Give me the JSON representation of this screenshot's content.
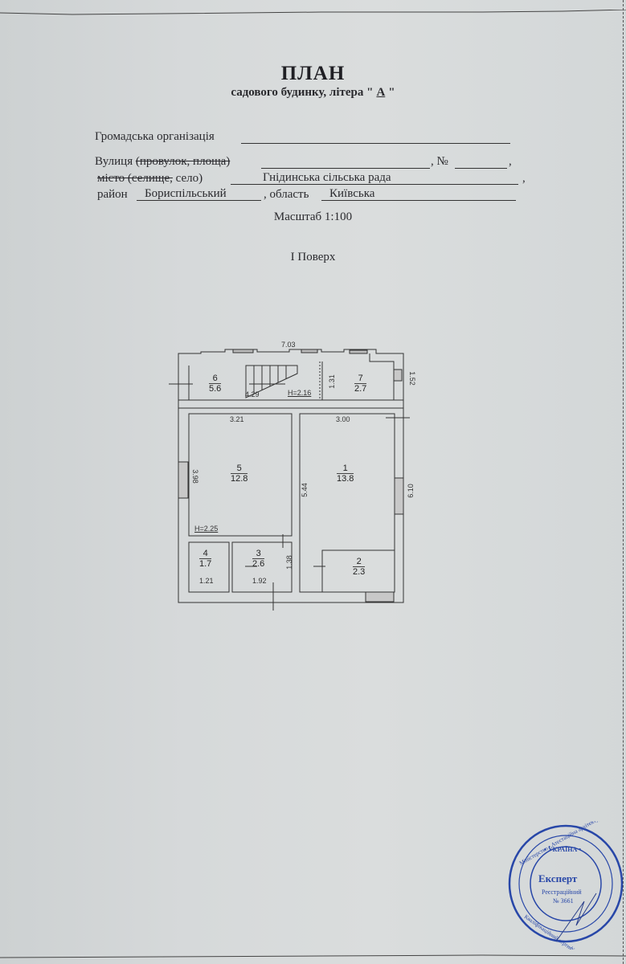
{
  "document": {
    "title": "ПЛАН",
    "subtitle_prefix": "садового будинку, літера \"",
    "letter": "А",
    "subtitle_suffix": "\""
  },
  "form": {
    "organization_label": "Громадська організація",
    "organization_value": "",
    "street_label": "Вулиця",
    "street_struck": "(провулок, площа)",
    "street_value": "",
    "number_label": ", №",
    "number_value": "",
    "city_struck": "місто (селище,",
    "city_label": "село)",
    "city_value": "Гнідинська сільська рада",
    "district_label": "район",
    "district_value": "Бориспільський",
    "region_label": ", область",
    "region_value": "Київська"
  },
  "scale": "Масштаб 1:100",
  "floor": "I Поверх",
  "floor_plan": {
    "overall_width": "7.03",
    "overall_depth": "6.10",
    "dimensions": {
      "d_429": "4.29",
      "d_131": "1.31",
      "d_152": "1.52",
      "d_321": "3.21",
      "d_300": "3.00",
      "d_398": "3.98",
      "d_544": "5.44",
      "d_138": "1.38",
      "d_121": "1.21",
      "d_192": "1.92"
    },
    "heights": {
      "upper": "H=2.16",
      "lower": "H=2.25"
    },
    "rooms": [
      {
        "number": "1",
        "area": "13.8"
      },
      {
        "number": "2",
        "area": "2.3"
      },
      {
        "number": "3",
        "area": "2.6"
      },
      {
        "number": "4",
        "area": "1.7"
      },
      {
        "number": "5",
        "area": "12.8"
      },
      {
        "number": "6",
        "area": "5.6"
      },
      {
        "number": "7",
        "area": "2.7"
      }
    ]
  },
  "stamp": {
    "center_title": "Експерт",
    "reg_label": "Реєстраційний",
    "reg_number": "№ 3661",
    "inner_ring": "УКРАЇНА",
    "color": "#2847a8"
  }
}
